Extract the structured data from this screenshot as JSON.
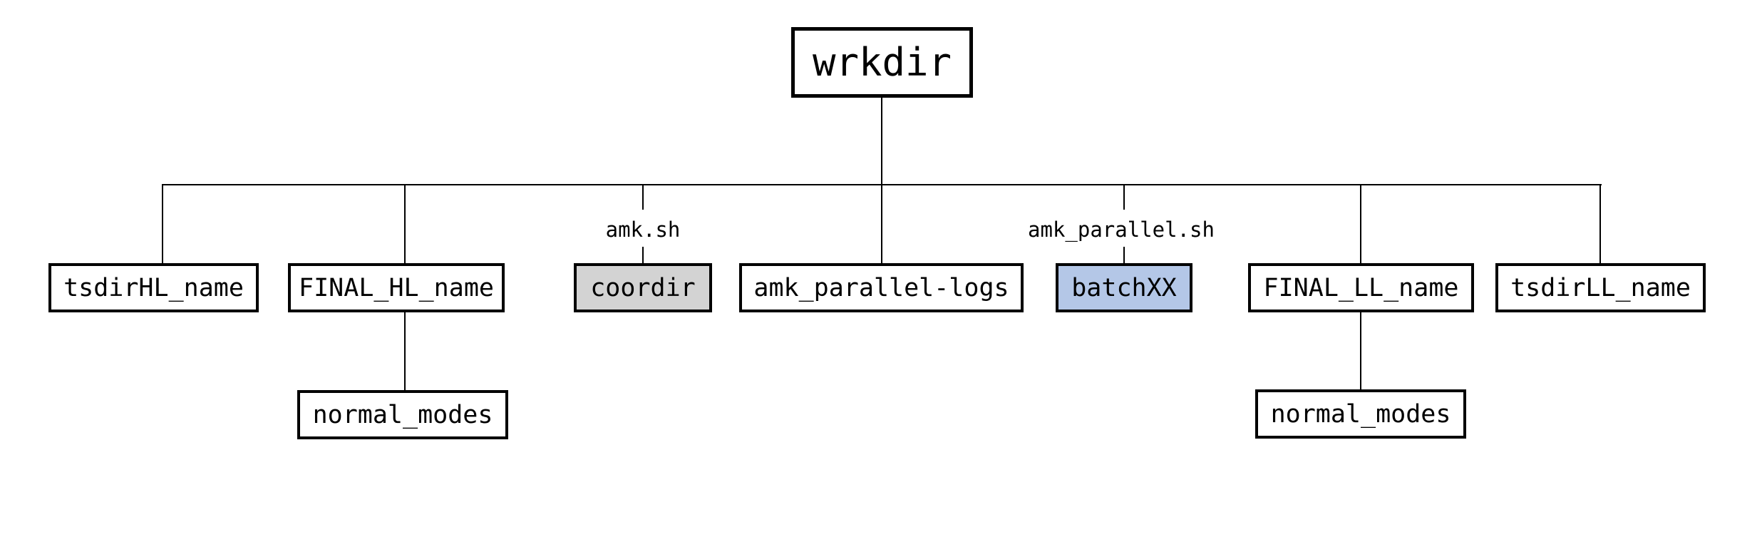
{
  "figure": {
    "type": "directory-tree-diagram",
    "background": "#ffffff",
    "line_color": "#000000",
    "text_color": "#000000"
  },
  "nodes": {
    "wrkdir": {
      "label": "wrkdir"
    },
    "tsdir_hl": {
      "label": "tsdirHL_name"
    },
    "final_hl": {
      "label": "FINAL_HL_name"
    },
    "coordir": {
      "label": "coordir",
      "fill": "#d3d3d3"
    },
    "amk_parallel_logs": {
      "label": "amk_parallel-logs"
    },
    "batch_xx": {
      "label": "batchXX",
      "fill": "#b4c7e7"
    },
    "final_ll": {
      "label": "FINAL_LL_name"
    },
    "tsdir_ll": {
      "label": "tsdirLL_name"
    },
    "normal_modes_hl": {
      "label": "normal_modes"
    },
    "normal_modes_ll": {
      "label": "normal_modes"
    }
  },
  "edge_labels": {
    "amk_sh": {
      "label": "amk.sh"
    },
    "amk_parallel_sh": {
      "label": "amk_parallel.sh"
    }
  }
}
